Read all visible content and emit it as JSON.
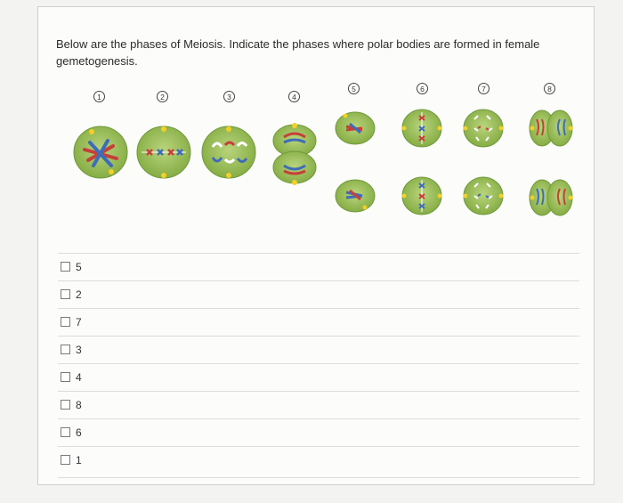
{
  "question": {
    "text": "Below are the phases of Meiosis. Indicate the phases where polar bodies are formed in female gemetogenesis."
  },
  "figure": {
    "phase_numbers": [
      "1",
      "2",
      "3",
      "4",
      "5",
      "6",
      "7",
      "8"
    ],
    "colors": {
      "cell_fill": "#9ec15a",
      "cell_edge": "#6f9a3a",
      "centrosome": "#f2d027",
      "chromosome_red": "#c6403a",
      "chromosome_blue": "#3f6cb8",
      "spindle": "#ffffff"
    }
  },
  "options": [
    {
      "label": "5"
    },
    {
      "label": "2"
    },
    {
      "label": "7"
    },
    {
      "label": "3"
    },
    {
      "label": "4"
    },
    {
      "label": "8"
    },
    {
      "label": "6"
    },
    {
      "label": "1"
    }
  ]
}
